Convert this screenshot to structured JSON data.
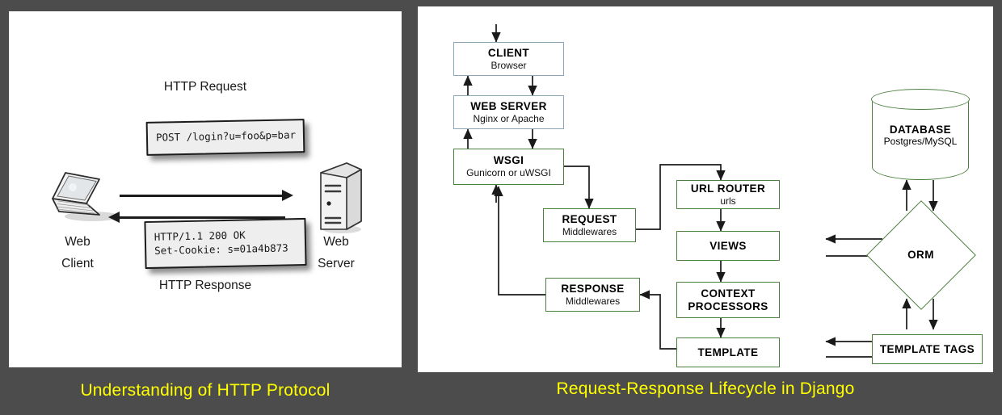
{
  "background_color": "#4c4c4c",
  "caption_color": "#ffff00",
  "left_panel": {
    "caption": "Understanding of HTTP Protocol",
    "request_label": "HTTP Request",
    "response_label": "HTTP Response",
    "client_label_line1": "Web",
    "client_label_line2": "Client",
    "server_label_line1": "Web",
    "server_label_line2": "Server",
    "request_note": "POST /login?u=foo&p=bar",
    "response_note": "HTTP/1.1 200 OK\nSet-Cookie: s=01a4b873",
    "client_icon": "laptop-icon",
    "server_icon": "tower-server-icon"
  },
  "right_panel": {
    "caption": "Request-Response Lifecycle in Django",
    "border_colors": {
      "blue": "#8ba6b8",
      "green": "#4c803f"
    },
    "nodes": [
      {
        "id": "client",
        "title": "CLIENT",
        "subtitle": "Browser",
        "shape": "rect",
        "border": "blue"
      },
      {
        "id": "web-server",
        "title": "WEB SERVER",
        "subtitle": "Nginx or Apache",
        "shape": "rect",
        "border": "blue"
      },
      {
        "id": "wsgi",
        "title": "WSGI",
        "subtitle": "Gunicorn or uWSGI",
        "shape": "rect",
        "border": "green"
      },
      {
        "id": "request",
        "title": "REQUEST",
        "subtitle": "Middlewares",
        "shape": "rect",
        "border": "green"
      },
      {
        "id": "response",
        "title": "RESPONSE",
        "subtitle": "Middlewares",
        "shape": "rect",
        "border": "green"
      },
      {
        "id": "url-router",
        "title": "URL ROUTER",
        "subtitle": "urls",
        "shape": "rect",
        "border": "green"
      },
      {
        "id": "views",
        "title": "VIEWS",
        "subtitle": "",
        "shape": "rect",
        "border": "green"
      },
      {
        "id": "context-processors",
        "title": "CONTEXT PROCESSORS",
        "subtitle": "",
        "shape": "rect",
        "border": "green"
      },
      {
        "id": "template",
        "title": "TEMPLATE",
        "subtitle": "",
        "shape": "rect",
        "border": "green"
      },
      {
        "id": "database",
        "title": "DATABASE",
        "subtitle": "Postgres/MySQL",
        "shape": "cylinder",
        "border": "green"
      },
      {
        "id": "orm",
        "title": "ORM",
        "subtitle": "",
        "shape": "diamond",
        "border": "green"
      },
      {
        "id": "template-tags",
        "title": "TEMPLATE TAGS",
        "subtitle": "",
        "shape": "rect",
        "border": "green"
      }
    ],
    "context_processors_line1": "CONTEXT",
    "context_processors_line2": "PROCESSORS"
  }
}
